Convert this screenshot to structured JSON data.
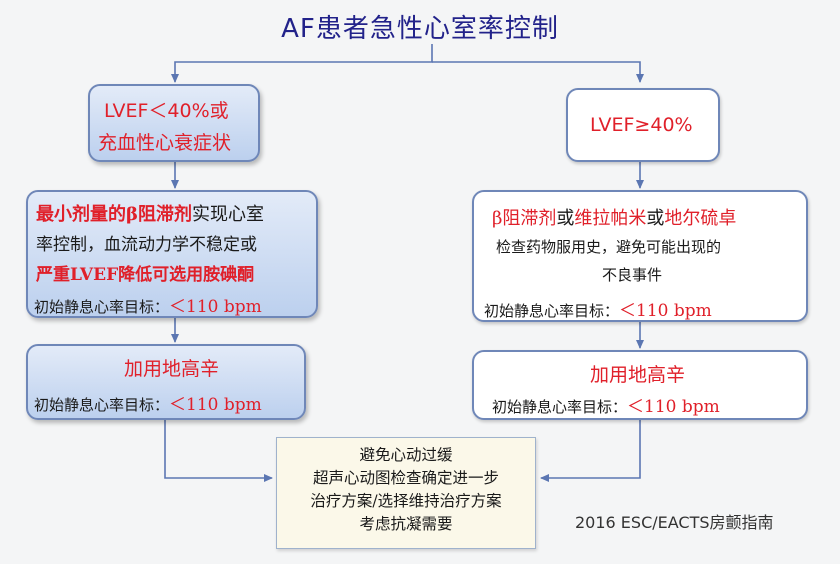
{
  "title": "AF患者急性心室率控制",
  "left": {
    "condition_line1": "LVEF＜40%或",
    "condition_line2": "充血性心衰症状",
    "step1_red1": "最小剂量的β阻滞剂",
    "step1_dark1": "实现心室",
    "step1_dark2": "率控制，血流动力学不稳定或",
    "step1_red2": "严重LVEF降低可选用胺碘酮",
    "step1_target_label": "初始静息心率目标：",
    "step1_target_value": "＜110 bpm",
    "step2_drug": "加用地高辛",
    "step2_target_label": "初始静息心率目标：",
    "step2_target_value": "＜110 bpm"
  },
  "right": {
    "condition": "LVEF≥40%",
    "step1_drug_a": "β阻滞剂",
    "step1_or_a": "或",
    "step1_drug_b": "维拉帕米",
    "step1_or_b": "或",
    "step1_drug_c": "地尔硫卓",
    "step1_note1": "检查药物服用史，避免可能出现的",
    "step1_note2": "不良事件",
    "step1_target_label": "初始静息心率目标：",
    "step1_target_value": "＜110 bpm",
    "step2_drug": "加用地高辛",
    "step2_target_label": "初始静息心率目标：",
    "step2_target_value": "＜110 bpm"
  },
  "final": {
    "lines": [
      "避免心动过缓",
      "超声心动图检查确定进一步",
      "治疗方案/选择维持治疗方案",
      "考虑抗凝需要"
    ]
  },
  "source": "2016 ESC/EACTS房颤指南"
}
